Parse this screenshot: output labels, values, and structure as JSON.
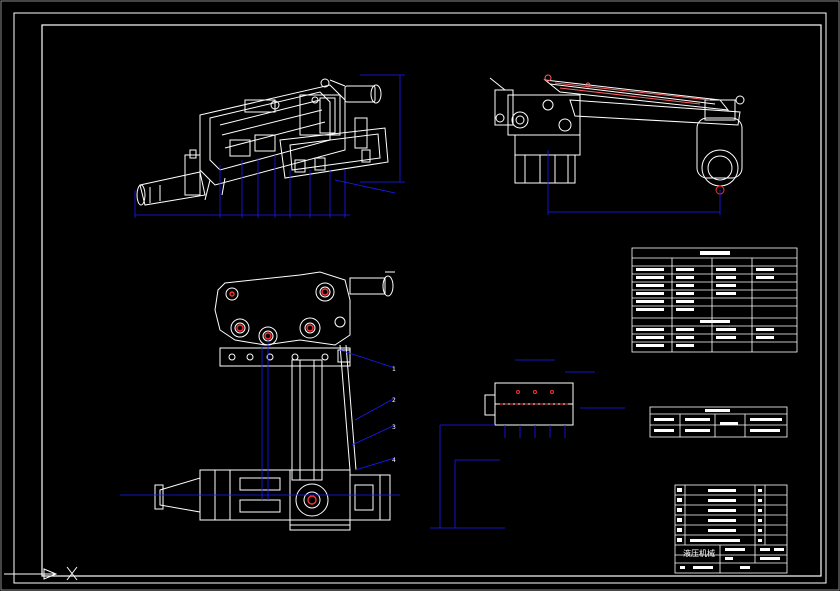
{
  "drawing": {
    "background": "#000000",
    "colors": {
      "line": "#ffffff",
      "dimension": "#1a1aff",
      "center": "#ff3030",
      "hatch": "#ff6060"
    },
    "title_block": {
      "title_text": "液压机械"
    },
    "leader_labels": [
      "1",
      "2",
      "3",
      "4"
    ],
    "views": [
      "front-view",
      "side-view",
      "top-view",
      "hydraulic-detail"
    ],
    "tables": [
      "technical-parameter-table",
      "notes-table",
      "title-block"
    ]
  }
}
